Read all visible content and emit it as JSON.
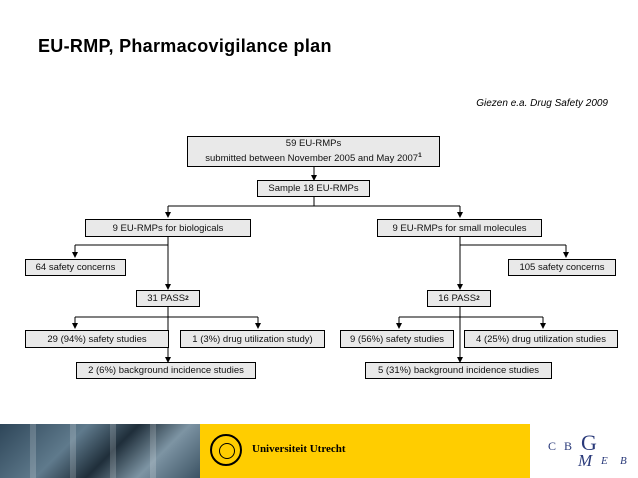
{
  "slide": {
    "title": "EU-RMP, Pharmacovigilance plan",
    "citation": "Giezen e.a. Drug Safety 2009"
  },
  "diagram": {
    "root_line1": "59 EU-RMPs",
    "root_line2": "submitted between November 2005 and May 2007",
    "root_sup": "1",
    "sample": "Sample 18 EU-RMPs",
    "left": {
      "group": "9 EU-RMPs for biologicals",
      "concerns": "64 safety concerns",
      "pass": "31 PASS",
      "pass_sup": "2",
      "safety": "29 (94%) safety studies",
      "drug_util": "1 (3%) drug utilization study)",
      "background": "2 (6%) background incidence studies"
    },
    "right": {
      "group": "9 EU-RMPs for small molecules",
      "concerns": "105 safety concerns",
      "pass": "16 PASS",
      "pass_sup": "2",
      "safety": "9 (56%) safety studies",
      "drug_util": "4 (25%) drug utilization studies",
      "background": "5 (31%) background incidence studies"
    }
  },
  "footer": {
    "university": "Universiteit Utrecht",
    "logo_letters": [
      "C",
      "B",
      "G",
      "M",
      "E",
      "B"
    ]
  },
  "colors": {
    "box_fill": "#e9e9e9",
    "band": "#ffcd00",
    "logo_text": "#2a3a7a"
  }
}
